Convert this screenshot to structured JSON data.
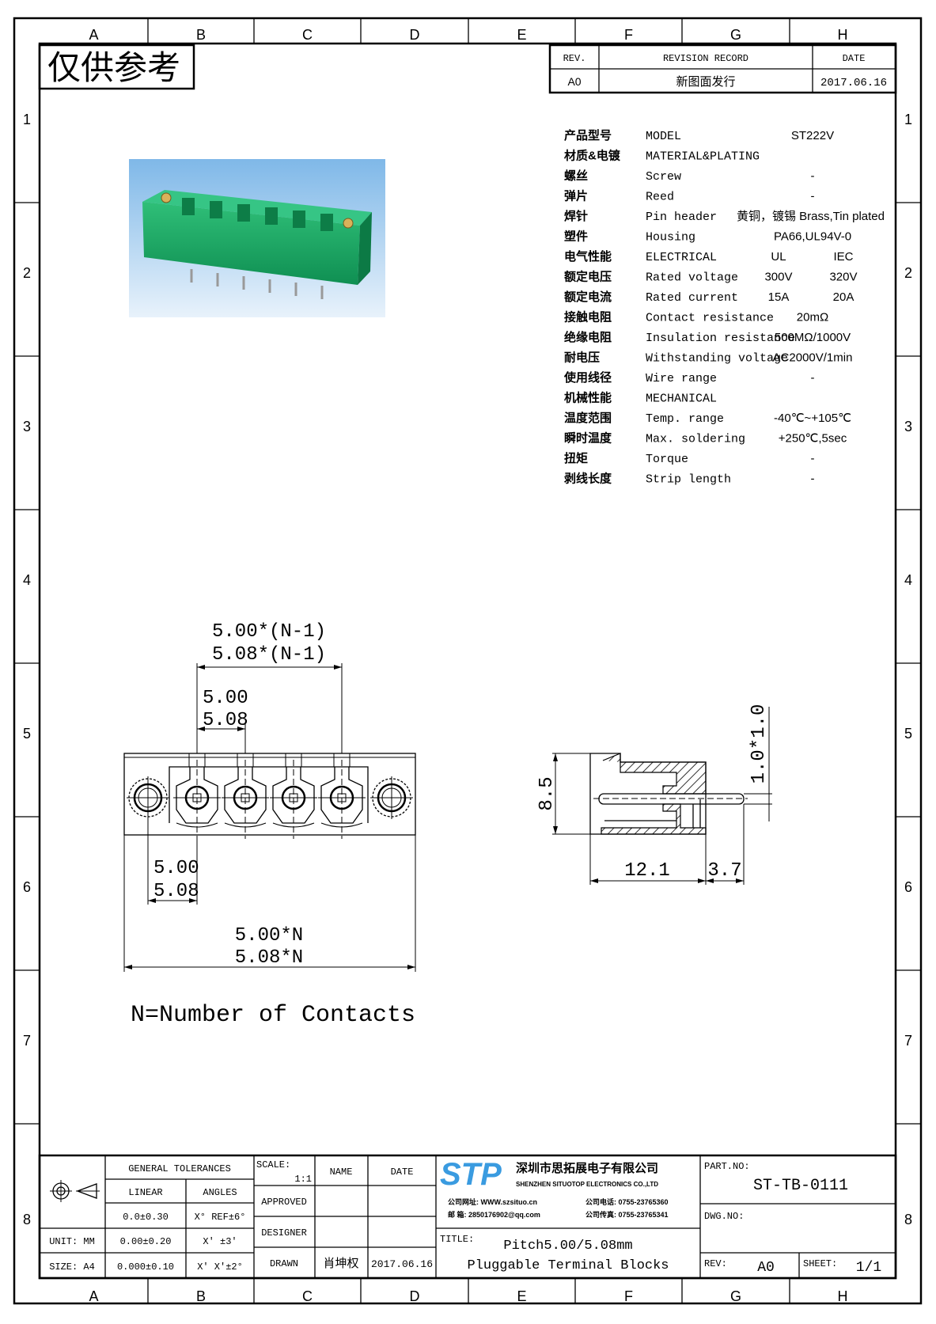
{
  "border": {
    "columns": [
      "A",
      "B",
      "C",
      "D",
      "E",
      "F",
      "G",
      "H"
    ],
    "rows": [
      "1",
      "2",
      "3",
      "4",
      "5",
      "6",
      "7",
      "8"
    ]
  },
  "stamp": "仅供参考",
  "revision": {
    "headers": {
      "rev": "REV.",
      "record": "REVISION RECORD",
      "date": "DATE"
    },
    "rows": [
      {
        "rev": "A0",
        "record": "新图面发行",
        "date": "2017.06.16"
      }
    ]
  },
  "specs": [
    {
      "cn": "产品型号",
      "en": "MODEL",
      "val": "ST222V"
    },
    {
      "cn": "材质&电镀",
      "en": "MATERIAL&PLATING",
      "val": ""
    },
    {
      "cn": "螺丝",
      "en": "Screw",
      "val": "-"
    },
    {
      "cn": "弹片",
      "en": "Reed",
      "val": "-"
    },
    {
      "cn": "焊针",
      "en": "Pin header",
      "val": "黄铜，镀锡 Brass,Tin plated"
    },
    {
      "cn": "塑件",
      "en": "Housing",
      "val": "PA66,UL94V-0"
    },
    {
      "cn": "电气性能",
      "en": "ELECTRICAL",
      "ul": "UL",
      "iec": "IEC"
    },
    {
      "cn": "额定电压",
      "en": "Rated voltage",
      "ul": "300V",
      "iec": "320V"
    },
    {
      "cn": "额定电流",
      "en": "Rated current",
      "ul": "15A",
      "iec": "20A"
    },
    {
      "cn": "接触电阻",
      "en": "Contact resistance",
      "val": "20mΩ"
    },
    {
      "cn": "绝缘电阻",
      "en": "Insulation resistance",
      "val": "500MΩ/1000V"
    },
    {
      "cn": "耐电压",
      "en": "Withstanding voltage",
      "val": "AC2000V/1min"
    },
    {
      "cn": "使用线径",
      "en": "Wire range",
      "val": "-"
    },
    {
      "cn": "机械性能",
      "en": "MECHANICAL",
      "val": ""
    },
    {
      "cn": "温度范围",
      "en": "Temp. range",
      "val": "-40℃~+105℃"
    },
    {
      "cn": "瞬时温度",
      "en": "Max. soldering",
      "val": "+250℃,5sec"
    },
    {
      "cn": "扭矩",
      "en": "Torque",
      "val": "-"
    },
    {
      "cn": "剥线长度",
      "en": "Strip length",
      "val": "-"
    }
  ],
  "front_view": {
    "dim_span_1": "5.00*(N-1)",
    "dim_span_2": "5.08*(N-1)",
    "dim_pitch_1": "5.00",
    "dim_pitch_2": "5.08",
    "dim_edge_1": "5.00",
    "dim_edge_2": "5.08",
    "dim_total_1": "5.00*N",
    "dim_total_2": "5.08*N"
  },
  "side_view": {
    "dim_height": "8.5",
    "dim_length": "12.1",
    "dim_pin": "3.7",
    "dim_pin_section": "1.0*1.0"
  },
  "note": "N=Number of Contacts",
  "title_block": {
    "general_tolerances": "GENERAL TOLERANCES",
    "linear": "LINEAR",
    "angles": "ANGLES",
    "tol_rows": [
      {
        "label": "",
        "linear": "0.0±0.30",
        "angle": "X° REF±6°"
      },
      {
        "label": "UNIT: MM",
        "linear": "0.00±0.20",
        "angle": "X' ±3'"
      },
      {
        "label": "SIZE: A4",
        "linear": "0.000±0.10",
        "angle": "X' X'±2°"
      }
    ],
    "scale_label": "SCALE:",
    "scale_value": "1:1",
    "name_label": "NAME",
    "date_label": "DATE",
    "approved": "APPROVED",
    "designer": "DESIGNER",
    "drawn": "DRAWN",
    "drawn_name": "肖坤权",
    "drawn_date": "2017.06.16",
    "company": {
      "logo": "STP",
      "name_cn": "深圳市思拓展电子有限公司",
      "name_en": "SHENZHEN SITUOTOP ELECTRONICS CO.,LTD",
      "website": "公司网址: WWW.szsituo.cn",
      "email": "邮    箱: 2850176902@qq.com",
      "phone": "公司电话: 0755-23765360",
      "fax": "公司传真: 0755-23765341",
      "brand_color": "#3a9be0"
    },
    "title_label": "TITLE:",
    "title_line1": "Pitch5.00/5.08mm",
    "title_line2": "Pluggable Terminal Blocks",
    "part_no_label": "PART.NO:",
    "part_no": "ST-TB-0111",
    "dwg_no_label": "DWG.NO:",
    "rev_label": "REV:",
    "rev": "A0",
    "sheet_label": "SHEET:",
    "sheet": "1/1"
  }
}
